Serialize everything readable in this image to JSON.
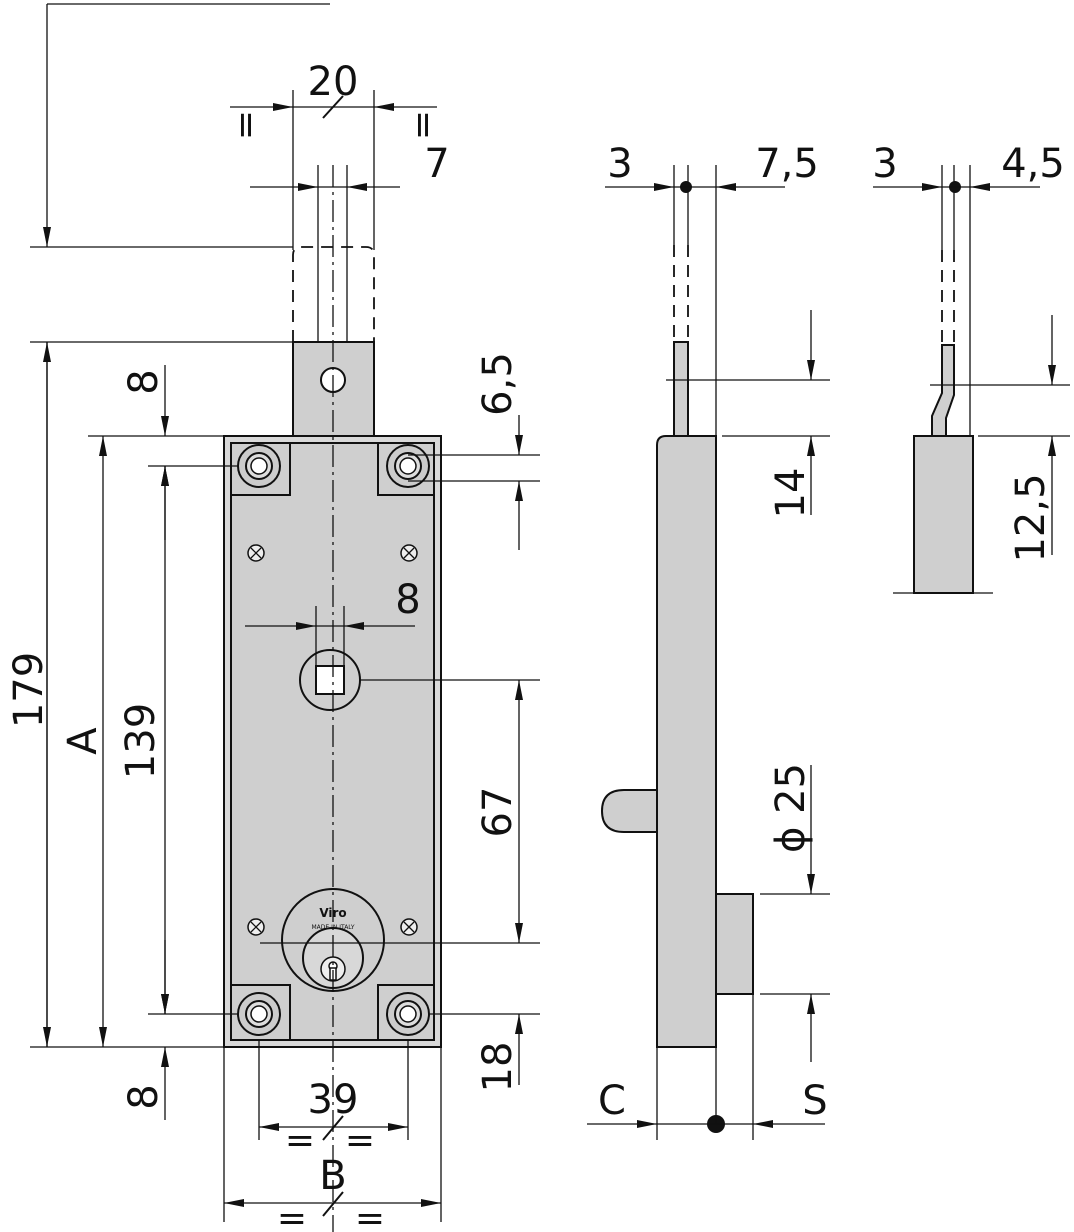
{
  "labels": {
    "brand": "Viro",
    "brand_sub": "MADE IN ITALY"
  },
  "dimensions": {
    "bolt_width": "20",
    "bolt_thickness": "7",
    "equal": "=",
    "top_offset": "8",
    "hole_offset": "6,5",
    "total_height": "179",
    "height_a": "A",
    "hole_spacing": "139",
    "square_size": "8",
    "center_distance": "67",
    "bottom_offset": "18",
    "bottom_left": "8",
    "hole_width": "39",
    "width_b": "B",
    "side_thickness": "3",
    "side_depth": "7,5",
    "bolt_projection": "14",
    "cylinder_diameter": "ϕ 25",
    "dim_c": "C",
    "dim_s": "S",
    "alt_thickness": "3",
    "alt_depth": "4,5",
    "alt_projection": "12,5"
  },
  "colors": {
    "body_fill": "#cfcfcf",
    "line": "#111111"
  }
}
